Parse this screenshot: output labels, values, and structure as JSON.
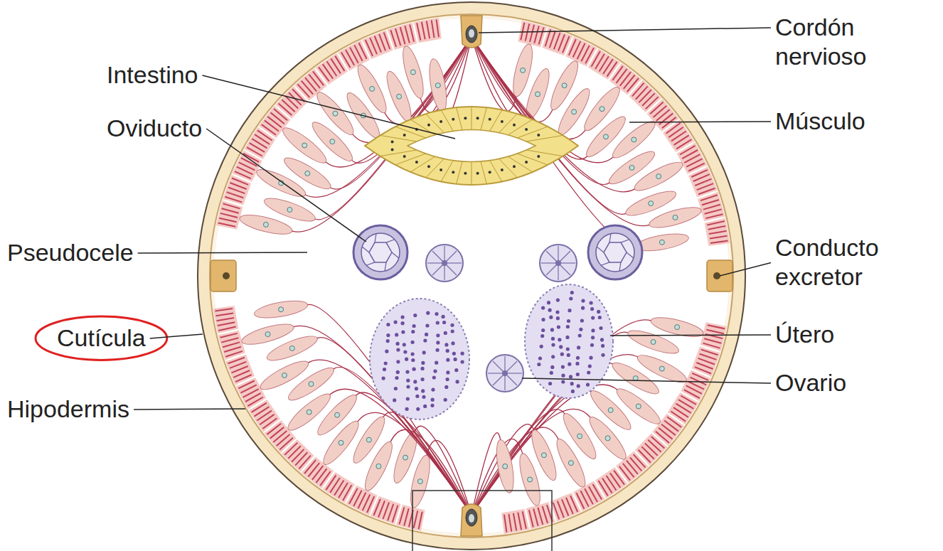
{
  "diagram": {
    "labels": [
      "Intestino",
      "Oviducto",
      "Pseudocele",
      "Cutícula",
      "Hipodermis",
      "Cordón nervioso",
      "Músculo",
      "Conducto excretor",
      "Útero",
      "Ovario"
    ]
  }
}
